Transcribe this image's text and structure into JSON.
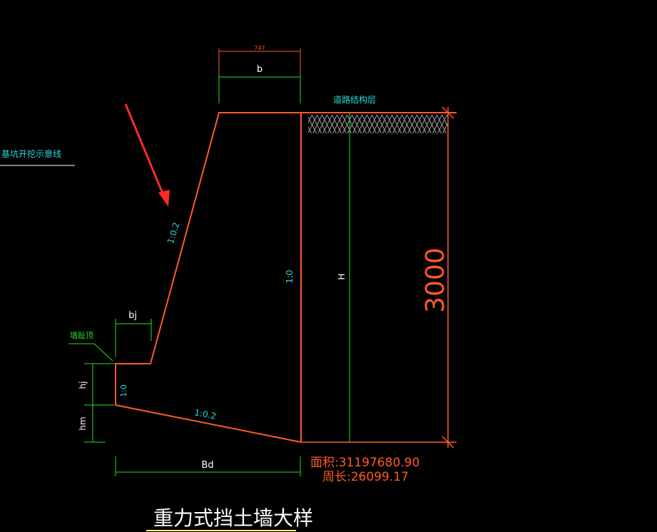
{
  "colors": {
    "background": "#000000",
    "wall": "#ff5a28",
    "dimension": "#22e022",
    "annotation": "#29d9d9",
    "text_white": "#ffffff",
    "arrow": "#ff2a2a",
    "title_underline": "#f0f060",
    "hatch": "#c8c8c8"
  },
  "labels": {
    "top_dim_value": "747",
    "top_width": "b",
    "road_layer": "道路结构层",
    "excavation_line": "基坑开挖示意线",
    "back_slope": "1:0.2",
    "front_slope": "1:0",
    "height": "H",
    "dimension_3000": "3000",
    "toe_width": "bj",
    "toe_callout": "墙趾顶",
    "toe_height": "hj",
    "base_height": "hm",
    "toe_slope": "1:0",
    "base_slope": "1:0.2",
    "base_width": "Bd",
    "area": "面积:31197680.90",
    "perimeter": "周长:26099.17",
    "title": "重力式挡土墙大样"
  }
}
